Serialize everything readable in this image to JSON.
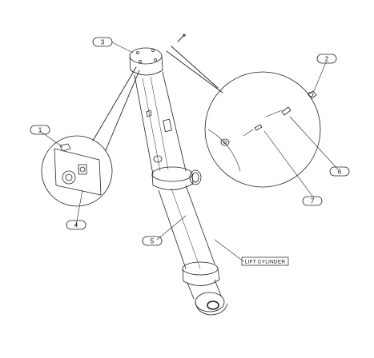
{
  "callouts": [
    {
      "id": "c1",
      "text": "1"
    },
    {
      "id": "c2",
      "text": "2"
    },
    {
      "id": "c3",
      "text": "3"
    },
    {
      "id": "c4",
      "text": "4"
    },
    {
      "id": "c5",
      "text": "5"
    },
    {
      "id": "c6",
      "text": "6"
    },
    {
      "id": "c7",
      "text": "7"
    }
  ],
  "assembly_label": "LIFT CYLINDER",
  "colors": {
    "line": "#222222",
    "background": "#ffffff"
  }
}
